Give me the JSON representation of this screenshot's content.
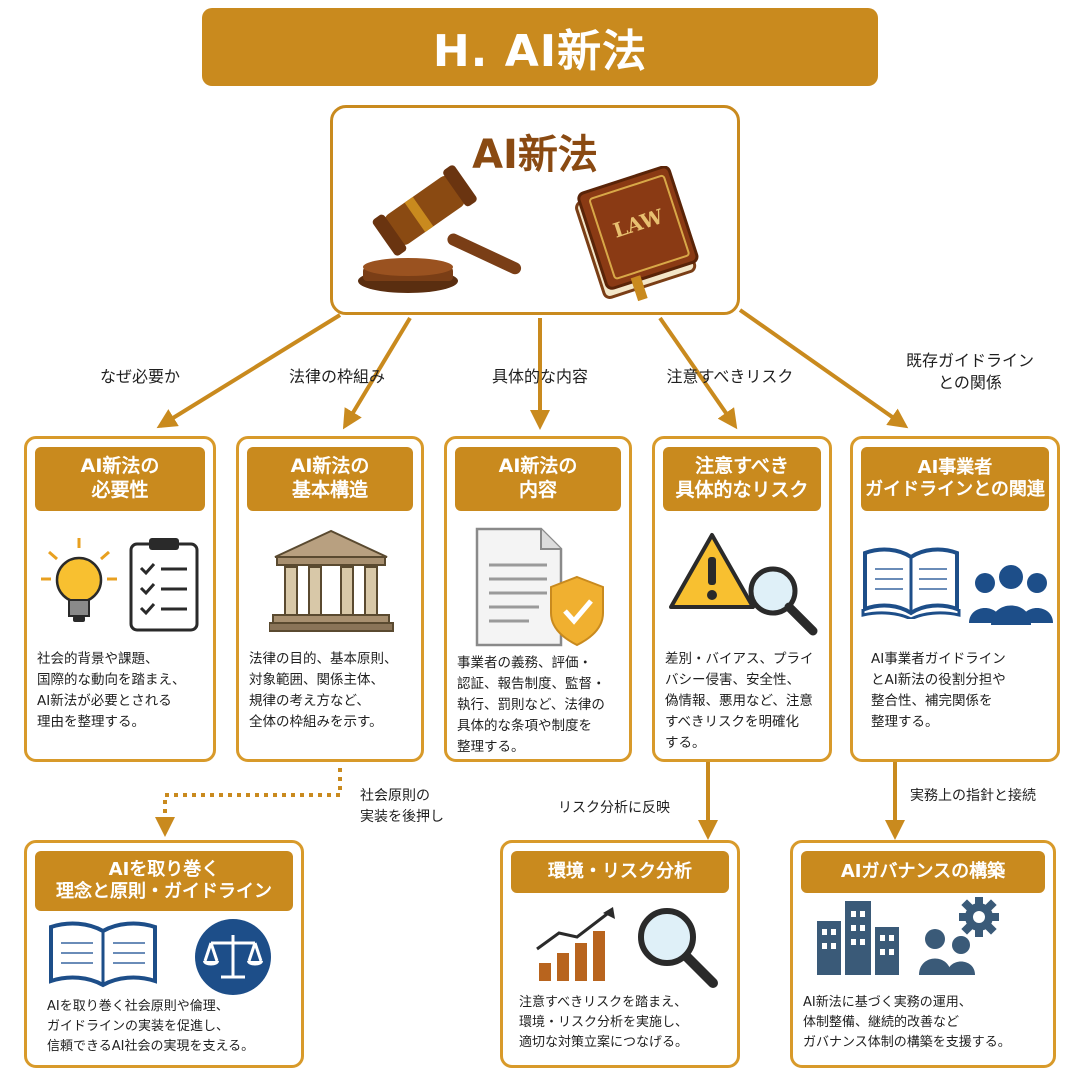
{
  "title": "H. AI新法",
  "center": {
    "title": "AI新法",
    "book_text": "LAW"
  },
  "edge_labels": {
    "why": "なぜ必要か",
    "framework": "法律の枠組み",
    "content": "具体的な内容",
    "risks": "注意すべきリスク",
    "guidelines_line1": "既存ガイドライン",
    "guidelines_line2": "との関係",
    "principles_line1": "社会原則の",
    "principles_line2": "実装を後押し",
    "risk_analysis": "リスク分析に反映",
    "practice": "実務上の指針と接続"
  },
  "cards": {
    "necessity": {
      "title_l1": "AI新法の",
      "title_l2": "必要性",
      "body": [
        "社会的背景や課題、",
        "国際的な動向を踏まえ、",
        "AI新法が必要とされる",
        "理由を整理する。"
      ]
    },
    "structure": {
      "title_l1": "AI新法の",
      "title_l2": "基本構造",
      "body": [
        "法律の目的、基本原則、",
        "対象範囲、関係主体、",
        "規律の考え方など、",
        "全体の枠組みを示す。"
      ]
    },
    "content": {
      "title_l1": "AI新法の",
      "title_l2": "内容",
      "body": [
        "事業者の義務、評価・",
        "認証、報告制度、監督・",
        "執行、罰則など、法律の",
        "具体的な条項や制度を",
        "整理する。"
      ]
    },
    "risks": {
      "title_l1": "注意すべき",
      "title_l2": "具体的なリスク",
      "body": [
        "差別・バイアス、プライ",
        "バシー侵害、安全性、",
        "偽情報、悪用など、注意",
        "すべきリスクを明確化",
        "する。"
      ]
    },
    "relation": {
      "title_l1": "AI事業者",
      "title_l2": "ガイドラインとの関連",
      "body": [
        "AI事業者ガイドライン",
        "とAI新法の役割分担や",
        "整合性、補完関係を",
        "整理する。"
      ]
    },
    "principles": {
      "title_l1": "AIを取り巻く",
      "title_l2": "理念と原則・ガイドライン",
      "body": [
        "AIを取り巻く社会原則や倫理、",
        "ガイドラインの実装を促進し、",
        "信頼できるAI社会の実現を支える。"
      ]
    },
    "env_risk": {
      "title_l1": "環境・リスク分析",
      "body": [
        "注意すべきリスクを踏まえ、",
        "環境・リスク分析を実施し、",
        "適切な対策立案につなげる。"
      ]
    },
    "governance": {
      "title_l1": "AIガバナンスの構築",
      "body": [
        "AI新法に基づく実務の運用、",
        "体制整備、継続的改善など",
        "ガバナンス体制の構築を支援する。"
      ]
    }
  },
  "colors": {
    "accent": "#c98a1e",
    "border": "#d89a2a",
    "brown": "#8a4a12",
    "blue": "#1d4e89"
  },
  "icons": [
    "gavel-icon",
    "law-book-icon",
    "lightbulb-icon",
    "clipboard-checklist-icon",
    "courthouse-icon",
    "document-shield-icon",
    "warning-icon",
    "magnifier-icon",
    "open-book-icon",
    "people-icon",
    "scales-icon",
    "growth-chart-icon",
    "buildings-icon",
    "gear-person-icon"
  ]
}
